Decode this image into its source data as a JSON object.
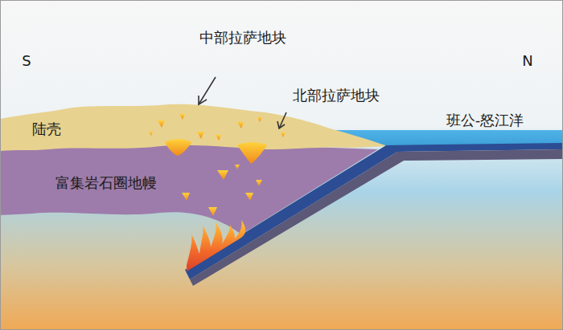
{
  "diagram": {
    "nodes": [
      {
        "text": [
          "陆壳"
        ]
      },
      {
        "text": [
          "富集岩石圈地幔"
        ]
      }
    ],
    "labels": [
      "S",
      "N",
      "中部拉萨地块",
      "北部拉萨地块",
      "班公-怒江洋"
    ]
  }
}
